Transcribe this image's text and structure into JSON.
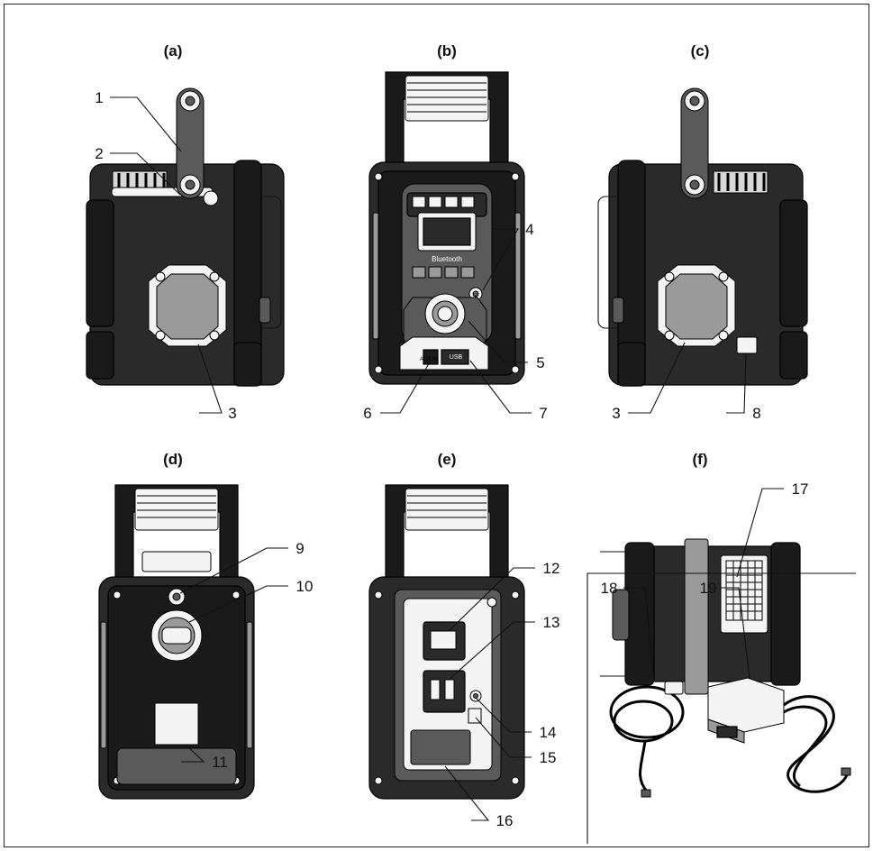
{
  "views": [
    {
      "id": "a",
      "title": "(a)"
    },
    {
      "id": "b",
      "title": "(b)"
    },
    {
      "id": "c",
      "title": "(c)"
    },
    {
      "id": "d",
      "title": "(d)"
    },
    {
      "id": "e",
      "title": "(e)"
    },
    {
      "id": "f",
      "title": "(f)"
    }
  ],
  "callouts": [
    "1",
    "2",
    "3",
    "4",
    "5",
    "6",
    "7",
    "3",
    "8",
    "9",
    "10",
    "11",
    "12",
    "13",
    "14",
    "15",
    "16",
    "17",
    "18",
    "19"
  ],
  "device_text": {
    "bluetooth": "Bluetooth",
    "aux_in": "AUX IN",
    "usb": "USB"
  },
  "colors": {
    "line": "#111111",
    "body": "#1a1a1a",
    "frame": "#000000"
  }
}
